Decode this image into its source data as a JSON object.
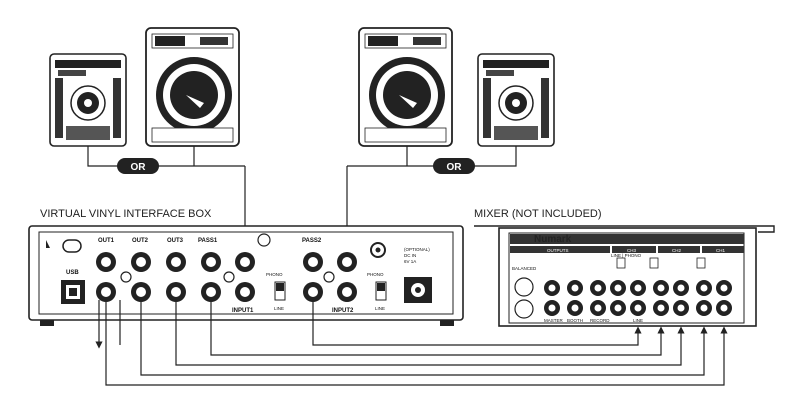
{
  "labels": {
    "or_left": "OR",
    "or_right": "OR",
    "interface_title": "VIRTUAL VINYL INTERFACE BOX",
    "mixer_title": "MIXER (NOT INCLUDED)",
    "usb": "USB",
    "out1": "OUT1",
    "out2": "OUT2",
    "out3": "OUT3",
    "pass1": "PASS1",
    "pass2": "PASS2",
    "input1": "INPUT1",
    "input2": "INPUT2",
    "phono1": "PHONO",
    "line1": "LINE",
    "phono2": "PHONO",
    "line2": "LINE",
    "optional_dc": "(OPTIONAL)\nDC IN\n6V 1A",
    "numark": "Numark",
    "outputs": "OUTPUTS",
    "balanced": "BALANCED",
    "master": "MASTER",
    "booth": "BOOTH",
    "record": "RECORD",
    "ch3": "CH3",
    "ch2": "CH2",
    "ch1": "CH1",
    "line_phono": "LINE | PHONO",
    "line_label": "LINE"
  }
}
